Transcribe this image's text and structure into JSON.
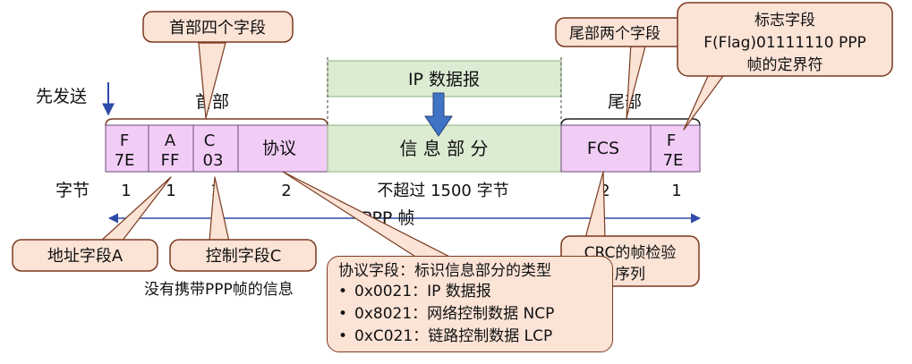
{
  "labels": {
    "send_first": "先发送",
    "header": "首部",
    "trailer": "尾部",
    "bytes": "字节",
    "frame": "PPP 帧",
    "ip_datagram": "IP 数据报",
    "info_part": "信 息 部 分",
    "no_payload_note": "没有携带PPP帧的信息"
  },
  "fields": {
    "f_start": [
      "F",
      "7E"
    ],
    "a": [
      "A",
      "FF"
    ],
    "c": [
      "C",
      "03"
    ],
    "protocol": "协议",
    "fcs": "FCS",
    "f_end": [
      "F",
      "7E"
    ]
  },
  "byte_counts": {
    "f_start": "1",
    "a": "1",
    "c": "1",
    "protocol": "2",
    "info": "不超过 1500 字节",
    "fcs": "2",
    "f_end": "1"
  },
  "callouts": {
    "header_four": "首部四个字段",
    "trailer_two": "尾部两个字段",
    "flag": [
      "标志字段",
      "F(Flag)01111110 PPP",
      "帧的定界符"
    ],
    "address": "地址字段A",
    "control": "控制字段C",
    "crc": [
      "CRC的帧检验",
      "序列"
    ],
    "protocol": {
      "title": "协议字段：标识信息部分的类型",
      "items": [
        "0x0021：IP 数据报",
        "0x8021：网络控制数据 NCP",
        "0xC021：链路控制数据 LCP"
      ]
    }
  },
  "colors": {
    "header_fill": "#f1cdf6",
    "info_fill": "#dcecd3",
    "callout_fill": "#fbe3d6",
    "callout_border": "#7a3a1f",
    "arrow_blue": "#2e4aa8",
    "down_arrow": "#3f74c5"
  }
}
